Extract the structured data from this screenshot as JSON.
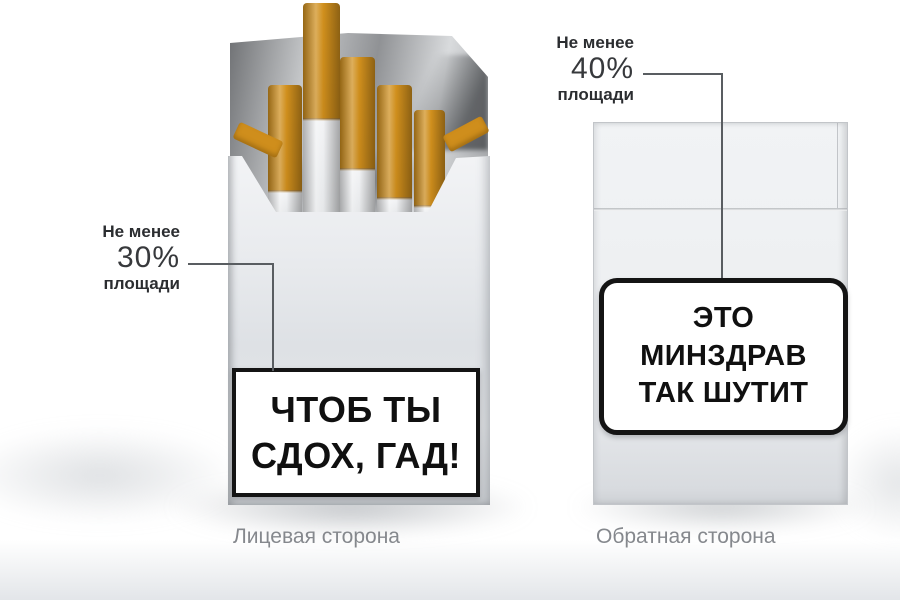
{
  "illustration": {
    "left_pack": {
      "annotation": {
        "prefix": "Не менее",
        "value": "30%",
        "suffix": "площади"
      },
      "warning_label": {
        "line1": "ЧТОБ ТЫ",
        "line2": "СДОХ, ГАД!"
      },
      "caption": "Лицевая сторона"
    },
    "right_pack": {
      "annotation": {
        "prefix": "Не менее",
        "value": "40%",
        "suffix": "площади"
      },
      "warning_label": {
        "line1": "ЭТО",
        "line2": "МИНЗДРАВ",
        "line3": "ТАК ШУТИТ"
      },
      "caption": "Обратная сторона"
    },
    "colors": {
      "cigarette_filter": "#d1901d",
      "label_border": "#141414",
      "leader_line": "#595d61",
      "caption_gray": "#85888d",
      "pack_face": "#e9ebee"
    }
  }
}
